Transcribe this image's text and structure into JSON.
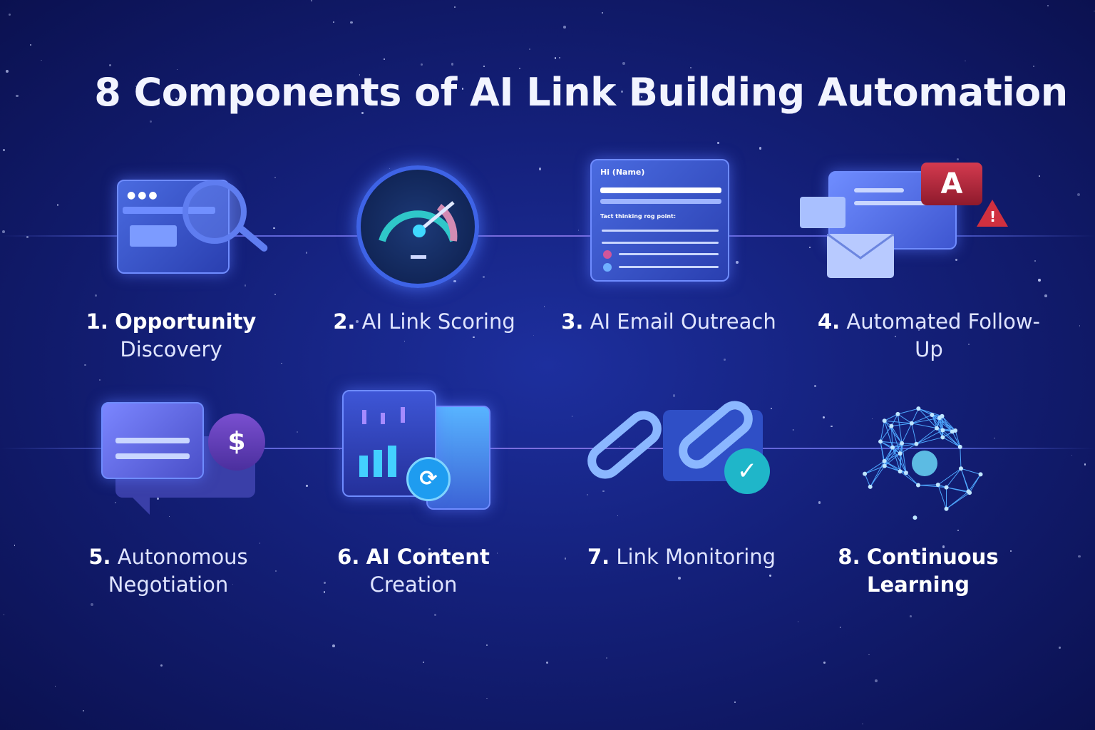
{
  "title": "8 Components of AI Link Building Automation",
  "components": [
    {
      "number": "1.",
      "label": "Opportunity Discovery",
      "line1": "Opportunity",
      "line2": "Discovery",
      "icon": "magnifier-browser-icon"
    },
    {
      "number": "2.",
      "label": "AI Link Scoring",
      "icon": "gauge-icon"
    },
    {
      "number": "3.",
      "label": "AI Email Outreach",
      "icon": "email-template-icon"
    },
    {
      "number": "4.",
      "label": "Automated Follow-Up",
      "icon": "envelopes-alert-icon"
    },
    {
      "number": "5.",
      "label": "Autonomous Negotiation",
      "line1": "Autonomous",
      "line2": "Negotiation",
      "icon": "chat-dollar-icon"
    },
    {
      "number": "6.",
      "label": "AI Content Creation",
      "line1": "AI Content",
      "line2": "Creation",
      "icon": "content-chart-icon"
    },
    {
      "number": "7.",
      "label": "Link Monitoring",
      "icon": "chain-check-icon"
    },
    {
      "number": "8.",
      "label": "Continuous Learning",
      "line1": "Continuous",
      "line2": "Learning",
      "icon": "neural-network-icon"
    }
  ],
  "email_card": {
    "greeting": "Hi (Name)",
    "subline": "Tact thinking rog point:"
  },
  "colors": {
    "bg": "#14207a",
    "accent": "#6f7dff",
    "alert": "#c8263a",
    "check": "#1fb6c9"
  }
}
